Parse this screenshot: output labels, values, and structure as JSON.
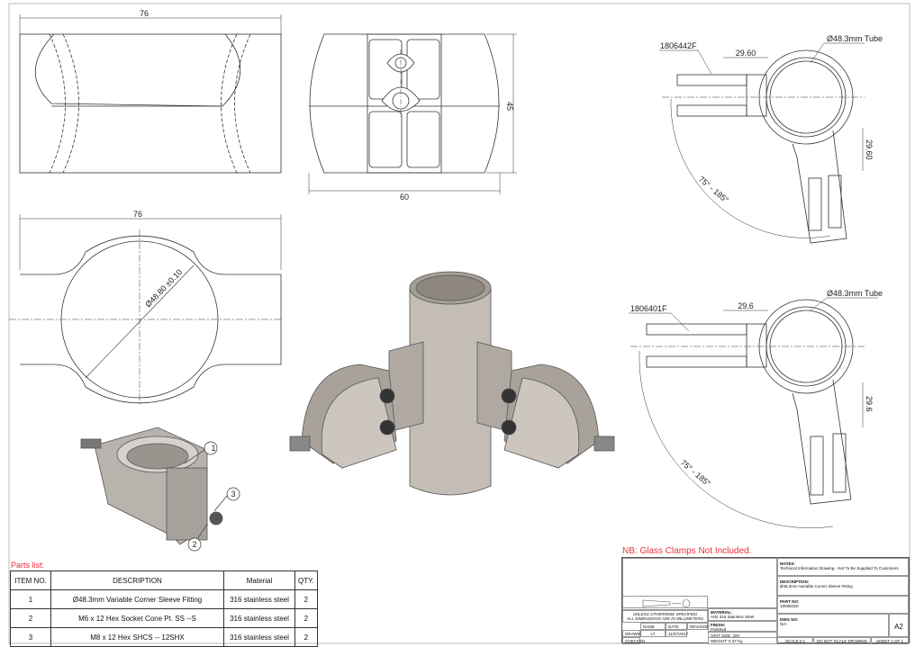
{
  "views": {
    "top_left": {
      "width_dim": "76"
    },
    "top_middle": {
      "height_dim": "45",
      "width_dim": "60"
    },
    "front": {
      "width_dim": "76",
      "diameter_dim": "Ø48.80 ±0.10"
    },
    "detail_upper": {
      "part_ref": "1806442F",
      "tube_label": "Ø48.3mm Tube",
      "dim_horizontal": "29.60",
      "dim_vertical": "29.60",
      "angle": "75° - 185°"
    },
    "detail_lower": {
      "part_ref": "1806401F",
      "tube_label": "Ø48.3mm Tube",
      "dim_horizontal": "29.6",
      "dim_vertical": "29.6",
      "angle": "75° - 185°"
    },
    "balloons": [
      "1",
      "2",
      "3"
    ]
  },
  "parts_list": {
    "title": "Parts list:",
    "headers": [
      "ITEM NO.",
      "DESCRIPTION",
      "Material",
      "QTY."
    ],
    "rows": [
      [
        "1",
        "Ø48.3mm Variable Corner Sleeve Fitting",
        "316 stainless steel",
        "2"
      ],
      [
        "2",
        "M6 x 12 Hex Socket Cone Pt. SS --S",
        "316 stainless steel",
        "2"
      ],
      [
        "3",
        "M8 x 12 Hex SHCS -- 12SHX",
        "316 stainless steel",
        "2"
      ]
    ]
  },
  "note_red": "NB: Glass Clamps Not Included.",
  "title_block": {
    "notes_label": "NOTES:",
    "notes": "Technical Information Drawing - Not To Be Supplied To Customers",
    "description_label": "DESCRIPTION:",
    "description": "Ø48.3mm Variable Corner Sleeve Fitting",
    "material_label": "MATERIAL:",
    "material": "AISI 316 Stainless Steel",
    "finish_label": "FINISH:",
    "finish": "Polished",
    "grit_label": "GRIT SIZE:",
    "grit": "320",
    "weight_label": "WEIGHT:",
    "weight": "0.37",
    "weight_unit": "Kg",
    "part_no_label": "PART NO:",
    "part_no": "1806823D",
    "dwg_no_label": "DWG NO:",
    "dwg_no": "N/A",
    "size": "A2",
    "unless": "UNLESS OTHERWISE SPECIFIED",
    "dims_mm": "ALL DIMENSIONS ARE IN MILLIMETERS",
    "col_name": "NAME",
    "col_date": "DATE",
    "col_revision": "REVISION",
    "drawn_label": "DRAWN",
    "drawn_name": "LT",
    "drawn_date": "11/07/2017",
    "checked_label": "CHECKED",
    "scale": "SCALE:2:1",
    "do_not_scale": "DO NOT SCALE DRAWING",
    "sheet": "SHEET 1 OF 1"
  }
}
